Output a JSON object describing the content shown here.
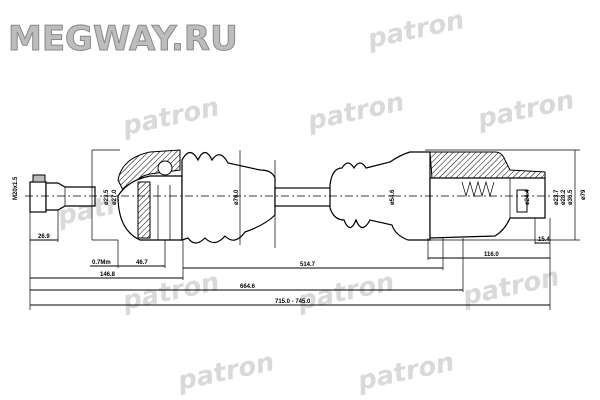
{
  "watermark": {
    "site": "MEGWAY.RU",
    "brand": "patron"
  },
  "dimensions": {
    "thread": "M20x1.5",
    "d_stub_1": "ø23.5",
    "d_stub_2": "ø27.0",
    "d_outer_boot": "ø76.0",
    "d_inner_boot": "ø54.6",
    "d_inner_1": "ø24.4",
    "d_inner_2": "ø23.7",
    "d_inner_3": "ø28.2",
    "d_inner_4": "ø36.5",
    "d_inner_housing": "ø79",
    "len_thread": "26.9",
    "abs_ring": "0.7Mm",
    "len_joint": "46.7",
    "len_outer": "146.8",
    "len_shaft": "514.7",
    "len_inner": "116.0",
    "len_spline": "15.4",
    "len_total_a": "664.6",
    "len_total_b": "715.0 - 745.0"
  }
}
